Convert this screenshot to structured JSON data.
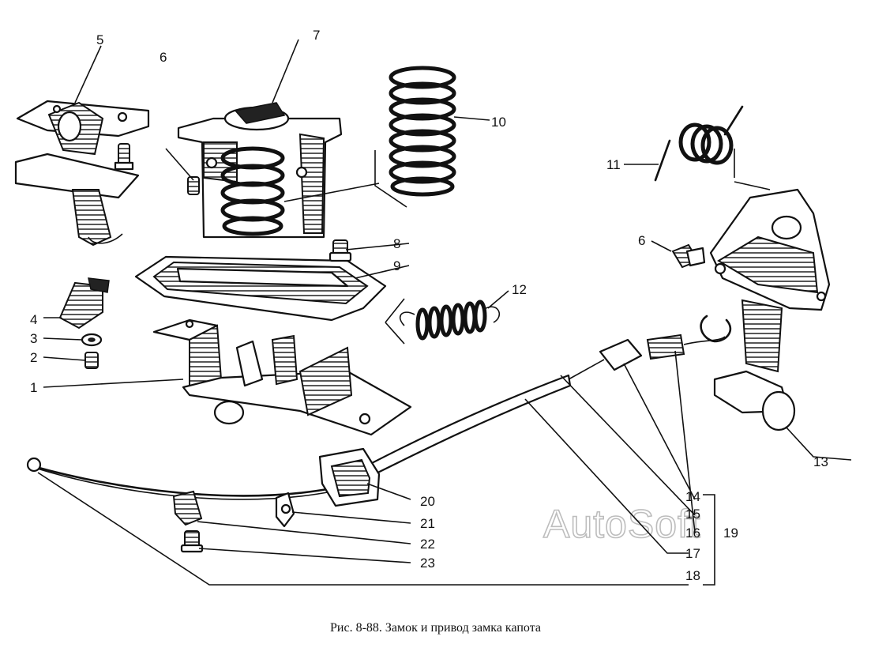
{
  "caption": "Рис. 8-88. Замок и привод замка капота",
  "watermark": "AutoSoft",
  "callouts": {
    "c1": "1",
    "c2": "2",
    "c3": "3",
    "c4": "4",
    "c5": "5",
    "c6a": "6",
    "c6b": "6",
    "c7": "7",
    "c8": "8",
    "c9": "9",
    "c10": "10",
    "c11": "11",
    "c12": "12",
    "c13": "13",
    "c14": "14",
    "c15": "15",
    "c16": "16",
    "c17": "17",
    "c18": "18",
    "c19": "19",
    "c20": "20",
    "c21": "21",
    "c22": "22",
    "c23": "23"
  }
}
